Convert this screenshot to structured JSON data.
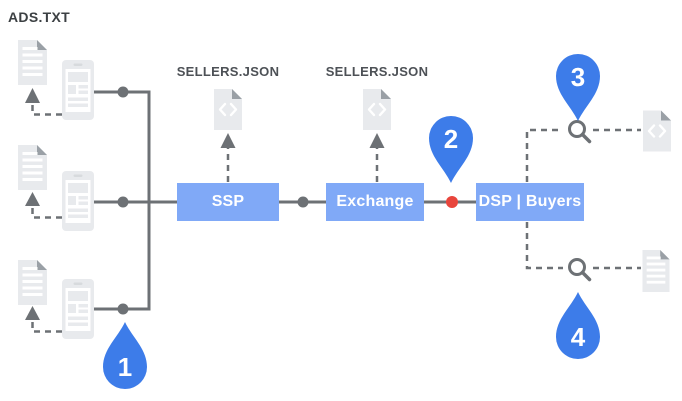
{
  "labels": {
    "ads_txt": "ADS.TXT",
    "sellers_json_ssp": "SELLERS.JSON",
    "sellers_json_exchange": "SELLERS.JSON"
  },
  "nodes": {
    "ssp": "SSP",
    "exchange": "Exchange",
    "dsp": "DSP | Buyers"
  },
  "markers": {
    "step1": "1",
    "step2": "2",
    "step3": "3",
    "step4": "4"
  },
  "icons": {
    "document": "document-icon",
    "smartphone": "smartphone-icon",
    "code_file": "code-file-icon",
    "magnifier": "search-icon",
    "pin": "map-pin-icon",
    "drop": "drop-pin-icon"
  },
  "colors": {
    "node_fill": "#80a9f7",
    "marker_fill": "#3d7ce9",
    "wire": "#6d7175",
    "alert_dot": "#e8453c",
    "icon_fill": "#e8eaed",
    "icon_fold": "#9aa0a6",
    "label": "#4d5156",
    "label_dark": "#3c4043"
  }
}
